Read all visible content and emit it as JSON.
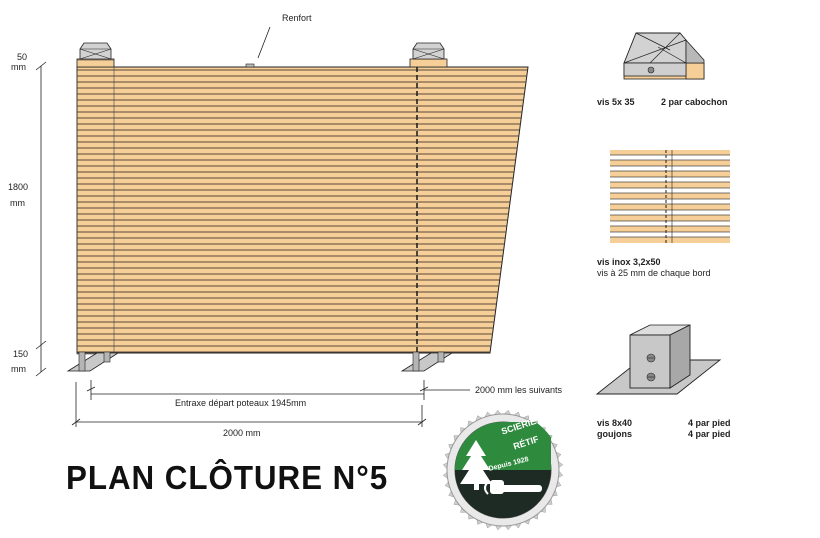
{
  "title": "PLAN CLÔTURE N°5",
  "annotations": {
    "renfort": "Renfort",
    "dim_top_value": "50",
    "dim_top_unit": "mm",
    "dim_mid_value": "1800",
    "dim_mid_unit": "mm",
    "dim_bot_value": "150",
    "dim_bot_unit": "mm",
    "entraxe": "Entraxe départ poteaux 1945mm",
    "suivants": "2000 mm les suivants",
    "total_width": "2000 mm"
  },
  "details": {
    "cap": {
      "screw": "vis 5x 35",
      "qty": "2 par cabochon"
    },
    "boards": {
      "screw": "vis inox 3,2x50",
      "note": "vis à 25  mm de chaque bord"
    },
    "foot": {
      "screw": "vis 8x40",
      "dowel": "goujons",
      "qty1": "4 par pied",
      "qty2": "4 par pied"
    }
  },
  "logo": {
    "line1": "SCIERIE",
    "line2": "RÉTIF",
    "since": "Depuis 1928"
  },
  "colors": {
    "wood": "#f6cf98",
    "wood_edge": "#c79a5e",
    "metal": "#c8c8c8",
    "line": "#222222",
    "logo_green": "#2e8b3e",
    "logo_dark": "#1d2b24"
  }
}
